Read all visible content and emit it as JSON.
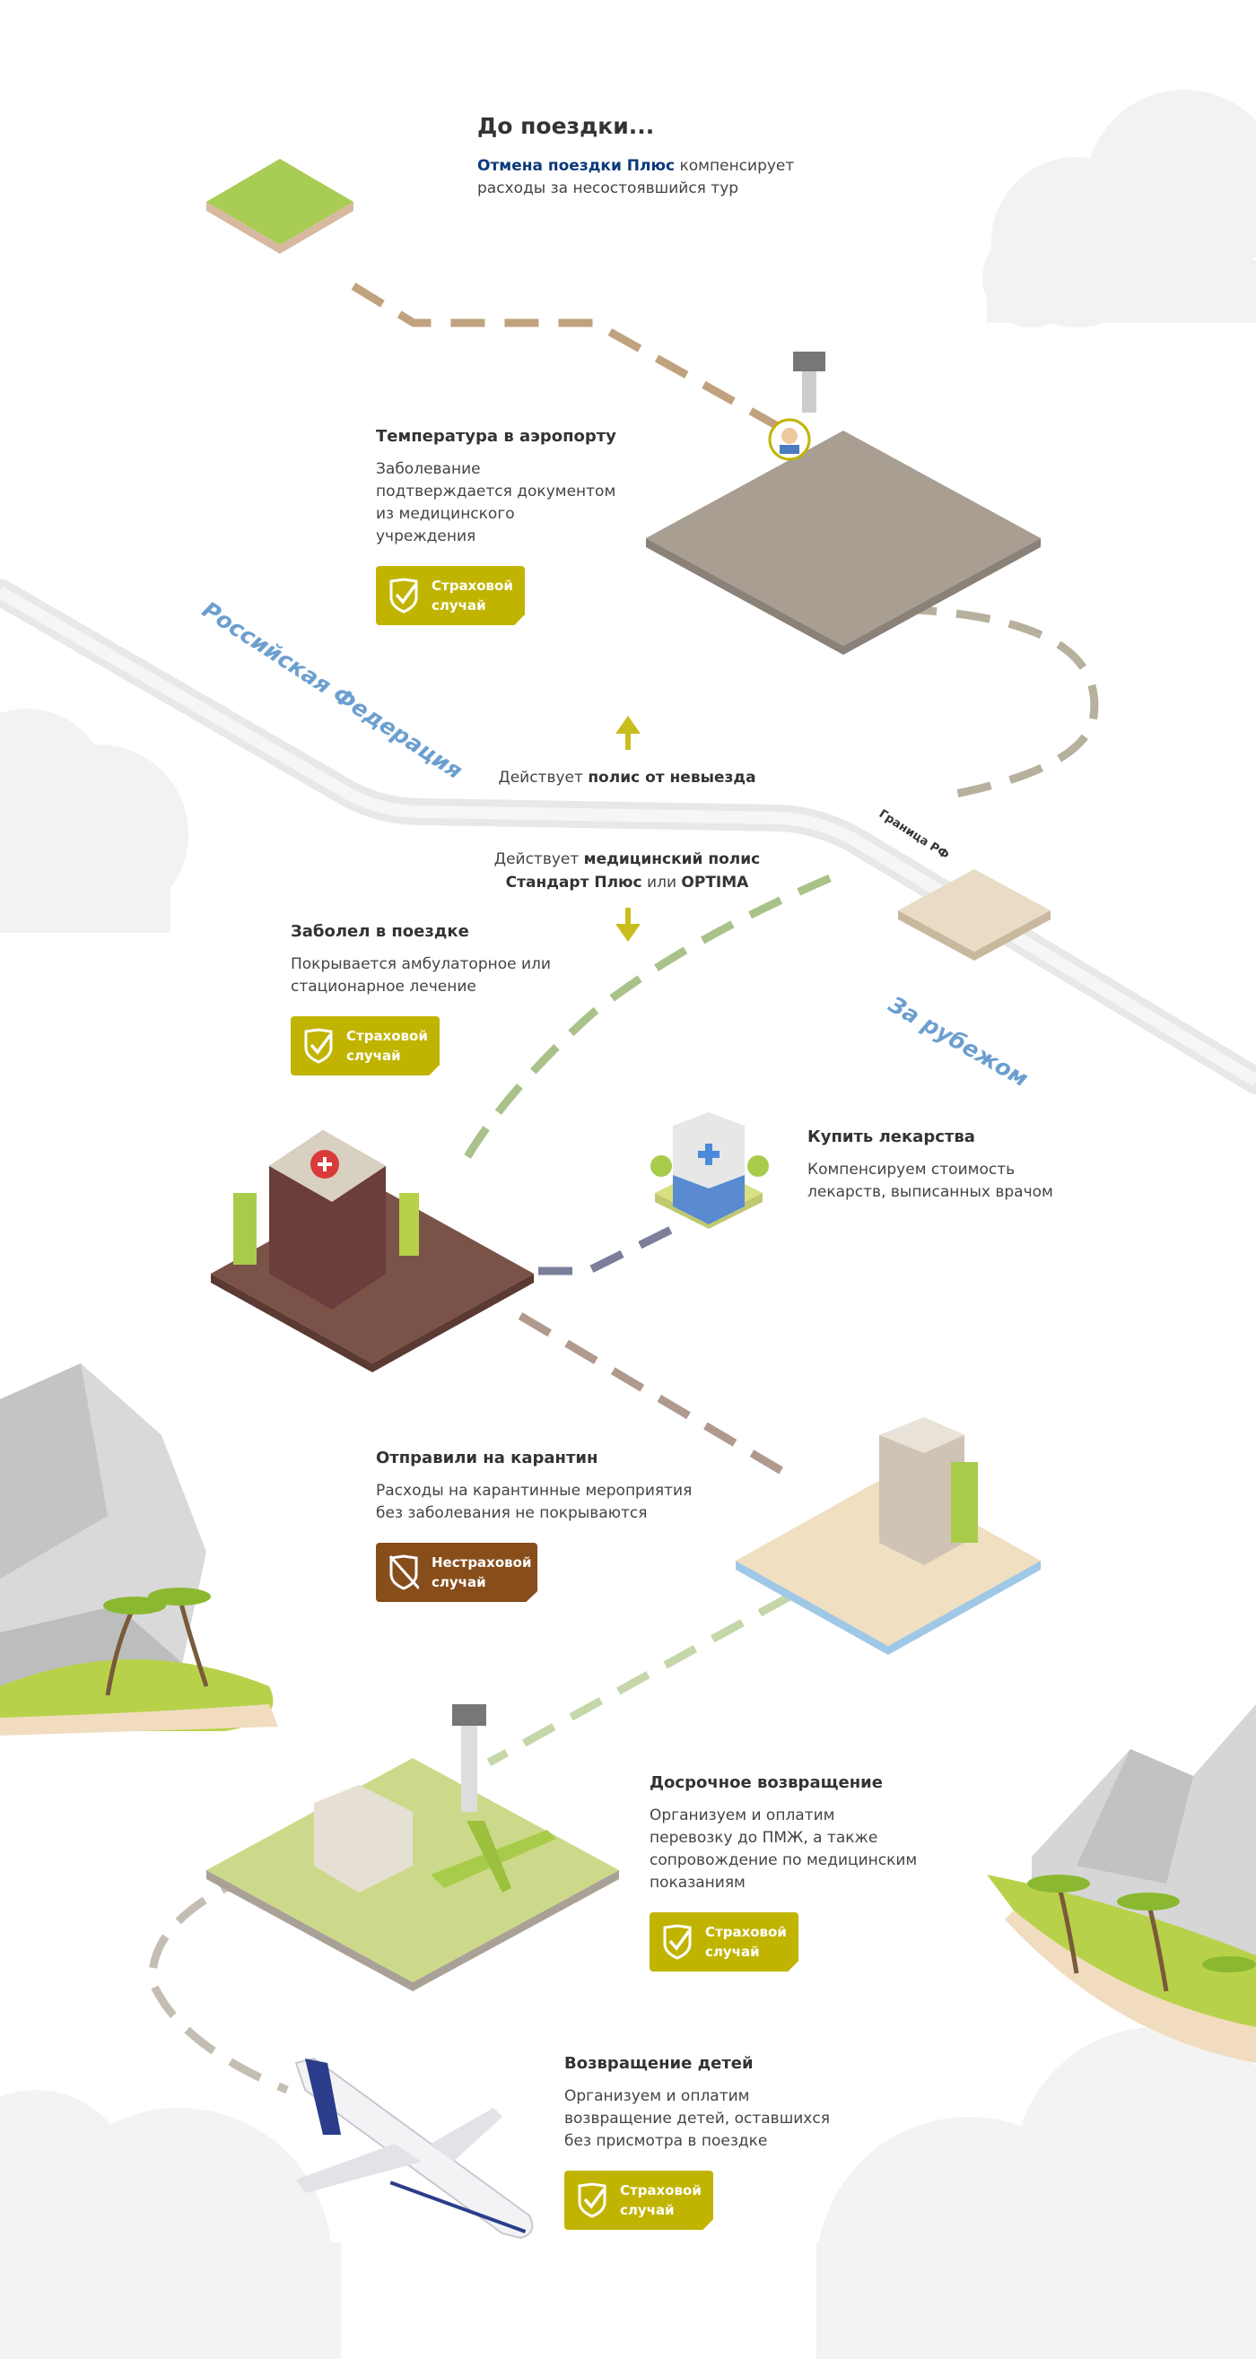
{
  "intro": {
    "title": "До поездки...",
    "link": "Отмена поездки Плюс",
    "text": " компенсирует расходы за несостоявшийся тур"
  },
  "regions": {
    "russia": "Российская Федерация",
    "abroad": "За рубежом",
    "border": "Граница РФ"
  },
  "policies": {
    "domestic_prefix": "Действует ",
    "domestic_bold": "полис от невыезда",
    "abroad_prefix": "Действует ",
    "abroad_bold1": "медицинский полис",
    "abroad_bold2": "Стандарт Плюс",
    "abroad_mid": " или ",
    "abroad_bold3": "OPTIMA"
  },
  "steps": [
    {
      "title": "Температура в аэропорту",
      "text": "Заболевание подтверждается документом из медицинского учреждения",
      "badge": "Страховой случай",
      "badge_type": "insured"
    },
    {
      "title": "Заболел в поездке",
      "text": "Покрывается амбулаторное или стационарное лечение",
      "badge": "Страховой случай",
      "badge_type": "insured"
    },
    {
      "title": "Купить лекарства",
      "text": "Компенсируем стоимость лекарств, выписанных врачом"
    },
    {
      "title": "Отправили на карантин",
      "text": "Расходы на карантинные мероприятия без заболевания не покрываются",
      "badge": "Нестраховой случай",
      "badge_type": "not-insured"
    },
    {
      "title": "Досрочное возвращение",
      "text": "Организуем и оплатим перевозку до ПМЖ, а также сопровождение по медицинским показаниям",
      "badge": "Страховой случай",
      "badge_type": "insured"
    },
    {
      "title": "Возвращение детей",
      "text": "Организуем и оплатим возвращение детей, оставшихся без присмотра в поездке",
      "badge": "Страховой случай",
      "badge_type": "insured"
    }
  ],
  "colors": {
    "insured": "#c1b400",
    "not_insured": "#874d1b",
    "region": "#6c9fd0",
    "link": "#0b3a7a",
    "arrow": "#c9bd1e"
  }
}
